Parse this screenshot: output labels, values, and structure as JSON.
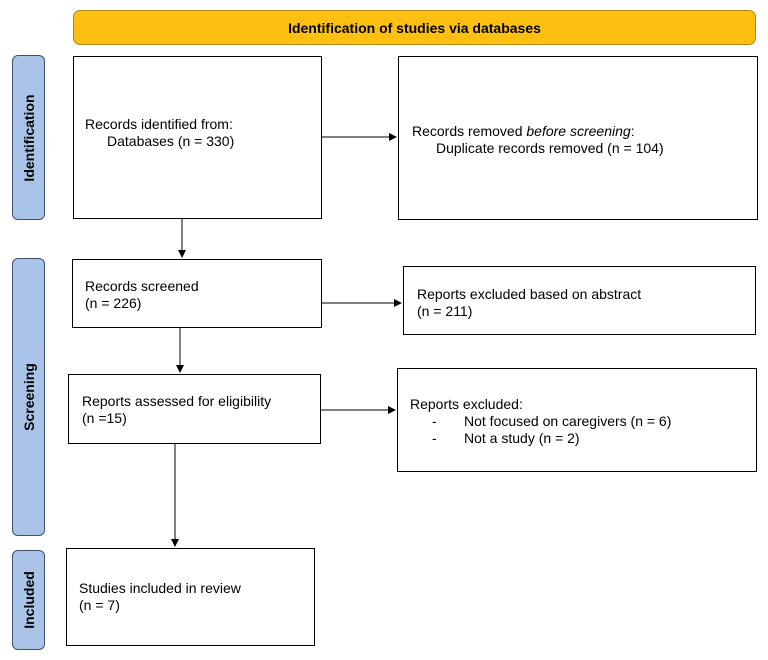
{
  "banner": {
    "title": "Identification of studies via databases"
  },
  "phases": {
    "identification": "Identification",
    "screening": "Screening",
    "included": "Included"
  },
  "boxes": {
    "records_identified": {
      "line1": "Records identified from:",
      "line2": "Databases (n = 330)"
    },
    "records_removed": {
      "prefix": "Records removed ",
      "italic": "before screening",
      "suffix": ":",
      "line2": "Duplicate records removed (n = 104)"
    },
    "records_screened": {
      "line1": "Records screened",
      "line2": "(n = 226)"
    },
    "excluded_abstract": {
      "line1": "Reports excluded based on abstract",
      "line2": "(n = 211)"
    },
    "assessed_eligibility": {
      "line1": "Reports assessed for eligibility",
      "line2": "(n =15)"
    },
    "reports_excluded": {
      "title": "Reports excluded:",
      "items": [
        {
          "dash": "-",
          "text": "Not focused on caregivers (n = 6)"
        },
        {
          "dash": "-",
          "text": "Not a study (n = 2)"
        }
      ]
    },
    "included_review": {
      "line1": "Studies included in review",
      "line2": "(n = 7)"
    }
  }
}
